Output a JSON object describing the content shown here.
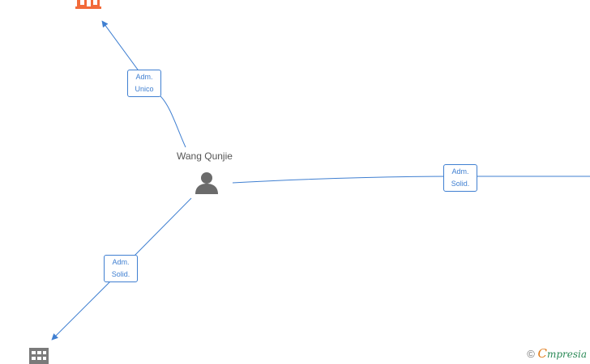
{
  "person": {
    "name": "Wang Qunjie",
    "icon": "person-icon",
    "icon_color": "#6b6b6b"
  },
  "companies": [
    {
      "id": "company-top",
      "icon": "building-icon",
      "color": "#f26b3a"
    },
    {
      "id": "company-bottom-left",
      "icon": "building-icon",
      "color": "#7a7a7a"
    },
    {
      "id": "company-right",
      "icon": "building-icon",
      "color": "#7a7a7a"
    }
  ],
  "relations": [
    {
      "target": "company-top",
      "line1": "Adm.",
      "line2": "Unico"
    },
    {
      "target": "company-right",
      "line1": "Adm.",
      "line2": "Solid."
    },
    {
      "target": "company-bottom-left",
      "line1": "Adm.",
      "line2": "Solid."
    }
  ],
  "colors": {
    "edge": "#3f7fd1",
    "label_text": "#3f7fd1"
  },
  "watermark": {
    "copyright": "©",
    "brand_initial": "C",
    "brand_rest": "mpresia"
  }
}
